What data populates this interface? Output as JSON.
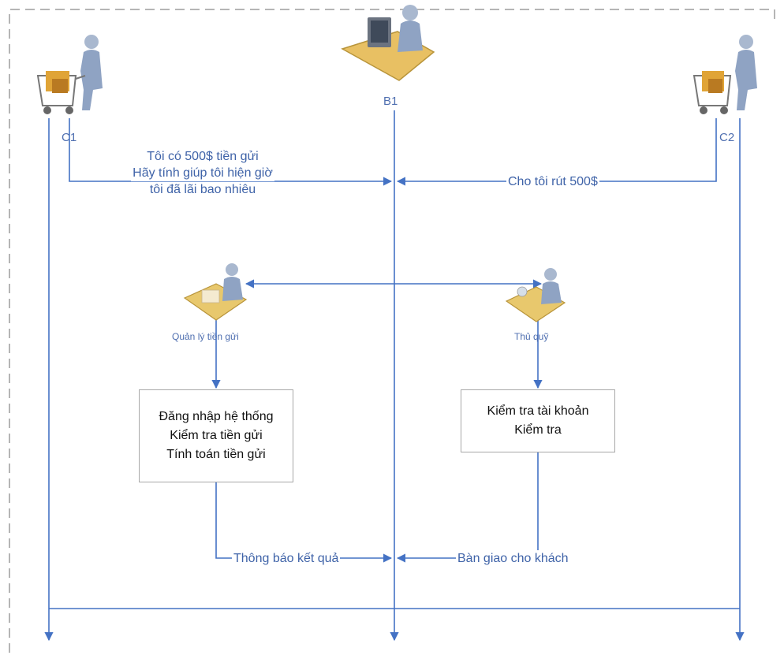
{
  "colors": {
    "line": "#4472c4",
    "text": "#3f63a8",
    "border_dash": "#b5b5b5",
    "box_border": "#a8a8a8"
  },
  "actors": {
    "c1": {
      "label": "C1",
      "icon": "shopping-cart-person-icon"
    },
    "b1": {
      "label": "B1",
      "icon": "person-at-computer-desk-icon"
    },
    "c2": {
      "label": "C2",
      "icon": "shopping-cart-person-icon"
    },
    "deposit_manager": {
      "label": "Quản lý tiền gửi",
      "icon": "person-at-desk-icon"
    },
    "cashier": {
      "label": "Thủ quỹ",
      "icon": "person-at-desk-icon"
    }
  },
  "messages": {
    "c1_to_b1": [
      "Tôi có 500$ tiền gửi",
      "Hãy tính giúp tôi hiện giờ",
      "tôi đã lãi bao nhiêu"
    ],
    "c2_to_b1": "Cho tôi rút 500$",
    "notify_result": "Thông báo kết quả",
    "handover": "Bàn giao cho khách"
  },
  "boxes": {
    "manager_tasks": [
      "Đăng nhập hệ thống",
      "Kiểm tra tiền gửi",
      "Tính toán tiền gửi"
    ],
    "cashier_tasks": [
      "Kiểm tra tài khoản",
      "Kiểm tra"
    ]
  }
}
